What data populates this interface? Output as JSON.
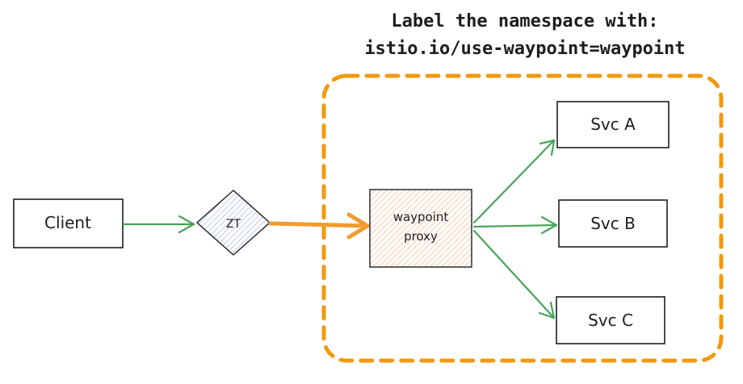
{
  "annotation": {
    "line1": "Label the namespace with:",
    "line2": "istio.io/use-waypoint=waypoint"
  },
  "nodes": {
    "client": "Client",
    "ztunnel": "ZT",
    "waypoint_line1": "waypoint",
    "waypoint_line2": "proxy",
    "svc_a": "Svc A",
    "svc_b": "Svc B",
    "svc_c": "Svc C"
  },
  "colors": {
    "stroke": "#1e1e1e",
    "arrow_green": "#4aa35a",
    "arrow_orange": "#f29b2e",
    "namespace_border": "#f2990f",
    "ztunnel_fill": "#a5b3e6",
    "waypoint_fill": "#f0b48a"
  }
}
